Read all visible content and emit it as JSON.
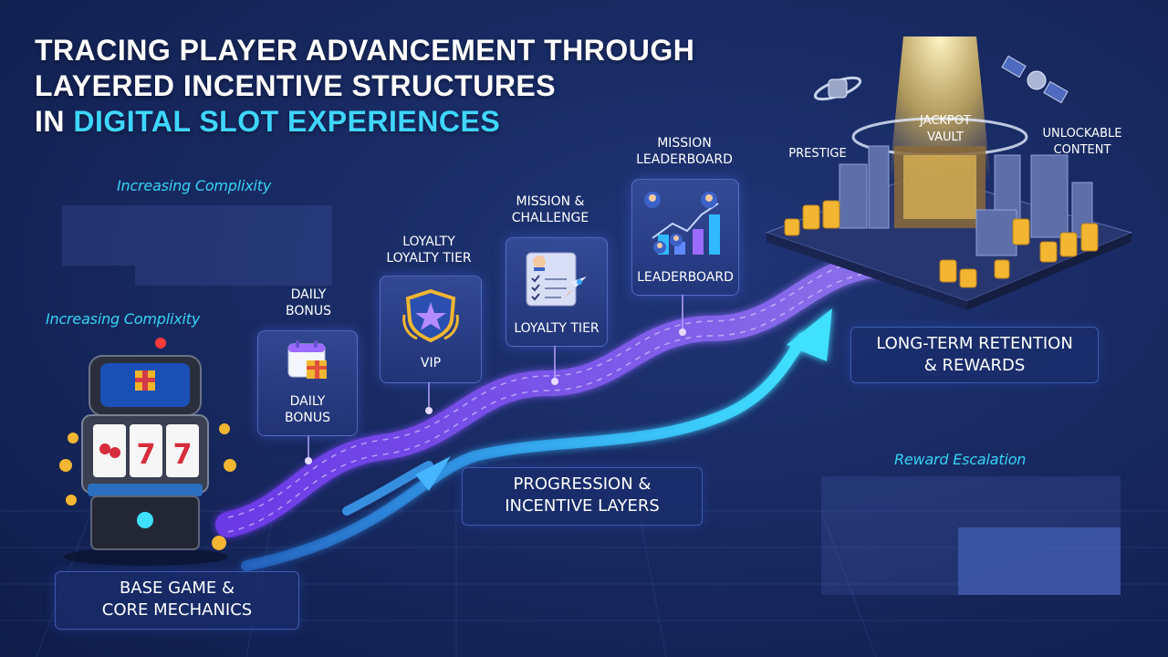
{
  "title": {
    "line1": "TRACING PLAYER ADVANCEMENT THROUGH",
    "line2": "LAYERED INCENTIVE STRUCTURES",
    "line3_prefix": "IN ",
    "line3_highlight": "DIGITAL SLOT EXPERIENCES"
  },
  "labels": {
    "complexity_top": "Increasing Complixity",
    "complexity_left": "Increasing Complixity",
    "reward_escalation": "Reward Escalation"
  },
  "stages": {
    "daily_bonus": {
      "title": "DAILY\nBONUS",
      "card": "DAILY\nBONUS"
    },
    "loyalty": {
      "title": "LOYALTY\nLOYALTY TIER",
      "card": "VIP"
    },
    "mission": {
      "title": "MISSION &\nCHALLENGE",
      "card": "LOYALTY TIER"
    },
    "leaderboard": {
      "title": "MISSION\nLEADERBOARD",
      "card": "LEADERBOARD"
    }
  },
  "city": {
    "prestige": "PRESTIGE",
    "jackpot": "JACKPOT\nVAULT",
    "unlockable": "UNLOCKABLE\nCONTENT"
  },
  "boxes": {
    "base": "BASE GAME &\nCORE MECHANICS",
    "progression": "PROGRESSION &\nINCENTIVE LAYERS",
    "retention": "LONG-TERM RETENTION\n& REWARDS"
  },
  "colors": {
    "background": "#182a62",
    "accent_cyan": "#3fd6ff",
    "path_purple": "#8a5cff",
    "gold": "#f2b632"
  },
  "icons": {
    "slot_machine": "slot-machine-icon",
    "calendar_gift": "calendar-gift-icon",
    "vip_shield": "vip-shield-icon",
    "checklist_rocket": "checklist-rocket-icon",
    "leaderboard_chart": "leaderboard-chart-icon",
    "satellite": "satellite-icon"
  }
}
